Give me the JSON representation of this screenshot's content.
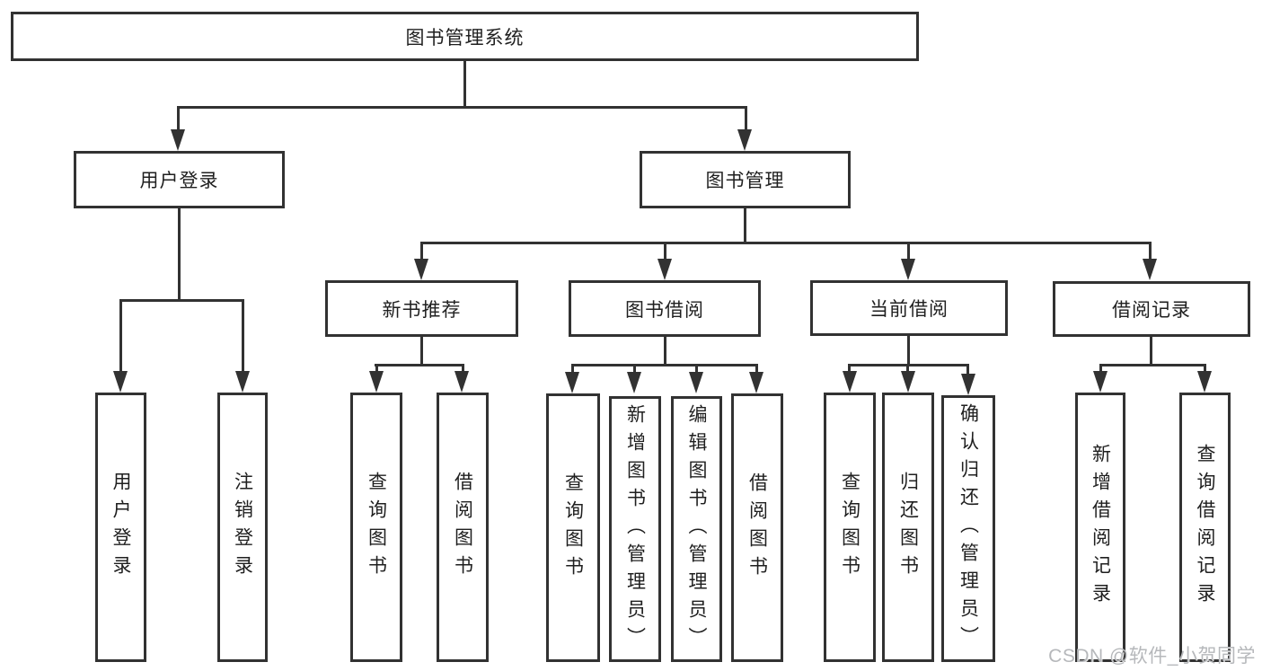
{
  "colors": {
    "line": "#323232",
    "text": "#1f1f1f",
    "bg": "#ffffff",
    "watermark": "#b6b8bb"
  },
  "watermark": "CSDN @软件_小贺同学",
  "tree": {
    "root": "图书管理系统",
    "branches": [
      {
        "label": "用户登录",
        "children": [
          "用户登录",
          "注销登录"
        ]
      },
      {
        "label": "图书管理",
        "sections": [
          {
            "label": "新书推荐",
            "children": [
              "查询图书",
              "借阅图书"
            ]
          },
          {
            "label": "图书借阅",
            "children": [
              "查询图书",
              "新增图书（管理员）",
              "编辑图书（管理员）",
              "借阅图书"
            ]
          },
          {
            "label": "当前借阅",
            "children": [
              "查询图书",
              "归还图书",
              "确认归还（管理员）"
            ]
          },
          {
            "label": "借阅记录",
            "children": [
              "新增借阅记录",
              "查询借阅记录"
            ]
          }
        ]
      }
    ]
  }
}
